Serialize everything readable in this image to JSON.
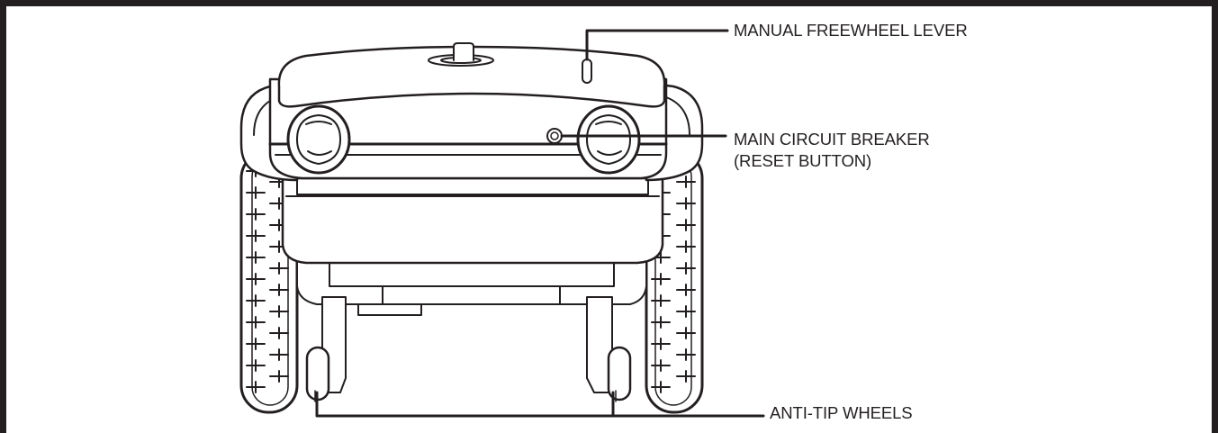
{
  "labels": {
    "freewheel_lever": "MANUAL FREEWHEEL LEVER",
    "circuit_breaker_line1": "MAIN CIRCUIT BREAKER",
    "circuit_breaker_line2": "(RESET BUTTON)",
    "anti_tip_wheels": "ANTI-TIP WHEELS"
  },
  "colors": {
    "line": "#231f20",
    "background": "#ffffff"
  }
}
